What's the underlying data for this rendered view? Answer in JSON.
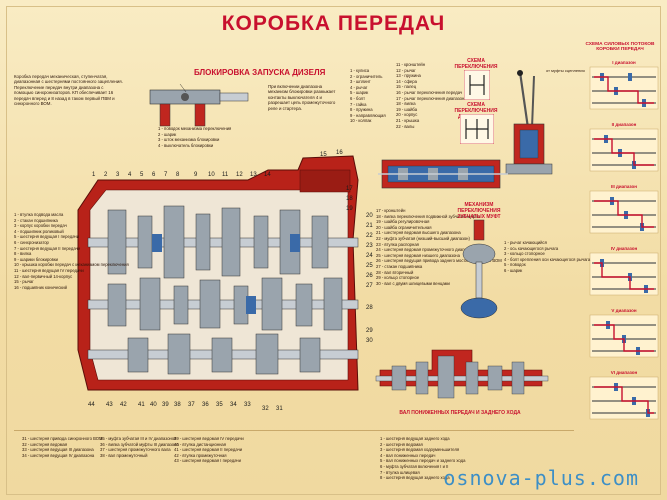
{
  "title": "КОРОБКА ПЕРЕДАЧ",
  "sections": {
    "start_lock": "БЛОКИРОВКА ЗАПУСКА ДИЗЕЛЯ",
    "range_scheme": "СХЕМА ПЕРЕКЛЮЧЕНИЯ ПЕРЕДАЧ",
    "range_scheme2": "СХЕМА ПЕРЕКЛЮЧЕНИЯ ДИАПАЗОНОВ",
    "power_flow": "СХЕМА СИЛОВЫХ ПОТОКОВ КОРОБКИ ПЕРЕДАЧ",
    "sync_mechanism": "МЕХАНИЗМ ПЕРЕКЛЮЧЕНИЯ ЗУБЧАТЫХ МУФТ",
    "reduction_shaft": "ВАЛ ПОНИЖЕННЫХ ПЕРЕДАЧ И ЗАДНЕГО ХОДА"
  },
  "intro_text": "Коробка передач механическая, ступенчатая, диапазонная с шестернями постоянного зацепления. Переключение передач внутри диапазона с помощью синхронизаторов. КП обеспечивает 16 передач вперед и 8 назад в таком первый ПВМ и синхронного ВОМ.",
  "start_lock_text": "При включении диапазона механизм блокировки размыкает контакты выключателя 4 и разрешает цепь промежуточного реле и стартера.",
  "start_lock_legend": [
    "1 - поводок механизма переключения",
    "2 - шарик",
    "3 - шток механизма блокировки",
    "4 - выключатель блокировки"
  ],
  "lever_legend": [
    "1 - кулиса",
    "2 - ограничитель",
    "3 - шплинт",
    "4 - рычаг",
    "5 - шарик",
    "6 - болт",
    "7 - гайка",
    "8 - пружина",
    "9 - направляющая",
    "10 - колпак"
  ],
  "lever_legend2": [
    "11 - кронштейн",
    "12 - рычаг",
    "13 - пружина",
    "14 - сфера",
    "15 - палец",
    "16 - рычаг переключения передач",
    "17 - рычаг переключения диапазонов",
    "18 - вилка",
    "19 - шайба",
    "20 - корпус",
    "21 - крышка",
    "22 - валы"
  ],
  "main_legend": [
    "1 - втулка подвода масла",
    "2 - стакан подшипника",
    "3 - корпус коробки передач",
    "4 - подшипник роликовый",
    "5 - шестерня ведущая I передачи",
    "6 - синхронизатор",
    "7 - шестерня ведущая II передачи",
    "8 - вилка",
    "9 - шарики блокировки",
    "10 - крышка коробки передач с механизмом переключения",
    "11 - шестерня ведущая IV передачи",
    "12 - вал-первичный 14-корпус",
    "15 - рычаг",
    "16 - подшипник конический"
  ],
  "right_legend": [
    "17 - кронштейн",
    "18 - вилка переключения подвижной зубчатой муфты",
    "19 - шайба регулировочная",
    "20 - шайба ограничительная",
    "21 - шестерня ведомая высшего диапазона",
    "22 - муфта зубчатая (низший-высший диапазон)",
    "23 - втулка распорная",
    "24 - шестерня ведомая промежуточного диапазона",
    "25 - шестерня ведомая низшего диапазона",
    "26 - шестерня ведущая привода заднего моста и шестерня ВОМ",
    "27 - стакан подшипника",
    "28 - вал вторичный",
    "29 - кольцо стопорное",
    "30 - вал с двумя шлицевыми венцами"
  ],
  "sync_legend": [
    "1 - рычаг качающийся",
    "2 - ось качающегося рычага",
    "3 - кольцо стопорное",
    "4 - болт крепления оси качающегося рычага",
    "5 - поводок",
    "6 - шарик"
  ],
  "bottom_left_legend": [
    "31 - шестерня привода синхронного ВОМ",
    "32 - шестерня ведомая",
    "33 - шестерня ведущая III диапазона",
    "34 - шестерня ведущая IV диапазона"
  ],
  "bottom_mid_legend": [
    "35 - муфта зубчатая III и IV диапазонов",
    "36 - вилка зубчатой муфты III диапазона",
    "37 - шестерня промежуточного вала",
    "38 - вал промежуточный"
  ],
  "bottom_mid2_legend": [
    "39 - шестерня ведомая IV передачи",
    "40 - втулка дистанционная",
    "41 - шестерня ведомая II передачи",
    "42 - втулка промежуточная",
    "43 - шестерня ведомая I передачи"
  ],
  "reduction_legend": [
    "1 - шестерня ведущая заднего хода",
    "2 - шестерня ведомая",
    "3 - шестерня ведомая ходоуменьшителя",
    "4 - вал пониженных передач",
    "5 - вал пониженных передач и заднего хода",
    "6 - муфта зубчатая включения I и II",
    "7 - втулка шлицевая",
    "8 - шестерня ведущая заднего хода"
  ],
  "power_flow_labels": [
    "I диапазон",
    "II диапазон",
    "III диапазон",
    "IV диапазон",
    "V диапазон",
    "VI диапазон"
  ],
  "power_flow_note": "от муфты сцепления",
  "callouts_left": [
    "1",
    "2",
    "3",
    "4",
    "5",
    "6",
    "7",
    "8"
  ],
  "callouts_top": [
    "9",
    "10",
    "11",
    "12",
    "13",
    "14",
    "15",
    "16"
  ],
  "callouts_right": [
    "17",
    "18",
    "19",
    "20",
    "21",
    "22",
    "23",
    "24",
    "25",
    "26",
    "27",
    "28",
    "29",
    "30"
  ],
  "callouts_bottom": [
    "44",
    "43",
    "42",
    "41",
    "40",
    "39",
    "38",
    "37",
    "36",
    "35",
    "34",
    "33",
    "32",
    "31"
  ],
  "lever_callouts": [
    "1",
    "2",
    "3",
    "4",
    "5",
    "6",
    "7",
    "8",
    "9",
    "10"
  ],
  "watermark": "osnova-plus.com",
  "colors": {
    "title": "#c8102e",
    "housing": "#c0261f",
    "steel": "#9aa4ad",
    "shaft": "#c7cdd3",
    "bg": "#f5e3b3",
    "accent": "#3d8fc6"
  }
}
